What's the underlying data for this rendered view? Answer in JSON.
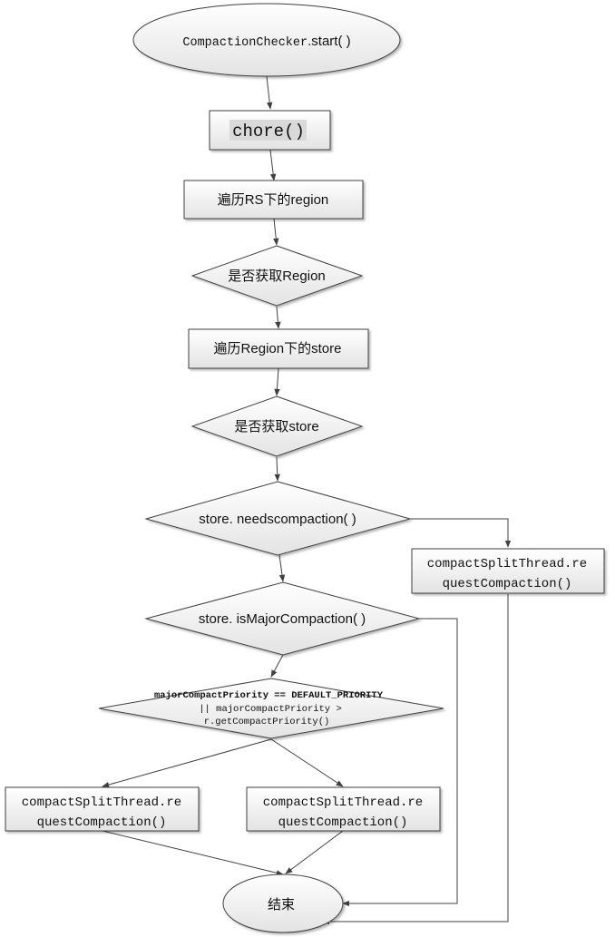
{
  "flowchart": {
    "start": {
      "class_name": "CompactionChecker",
      "method": ".start( )"
    },
    "chore": "chore()",
    "iterate_regions": "遍历RS下的region",
    "get_region_question": "是否获取Region",
    "iterate_stores": "遍历Region下的store",
    "get_store_question": "是否获取store",
    "needs_compaction_question": "store. needscompaction( )",
    "is_major_question": "store. isMajorCompaction( )",
    "priority_question": {
      "line1": "majorCompactPriority == DEFAULT_PRIORITY",
      "line2": "|| majorCompactPriority >",
      "line3": "r.getCompactPriority()"
    },
    "request_compaction_right": {
      "line1": "compactSplitThread.re",
      "line2": "questCompaction()"
    },
    "request_compaction_left": {
      "line1": "compactSplitThread.re",
      "line2": "questCompaction()"
    },
    "request_compaction_middle": {
      "line1": "compactSplitThread.re",
      "line2": "questCompaction()"
    },
    "end": "结束"
  },
  "colors": {
    "fill_gradient_top": "#ffffff",
    "fill_gradient_bottom": "#e6e6e6",
    "stroke": "#404040",
    "chore_highlight": "#d9d9d9"
  }
}
